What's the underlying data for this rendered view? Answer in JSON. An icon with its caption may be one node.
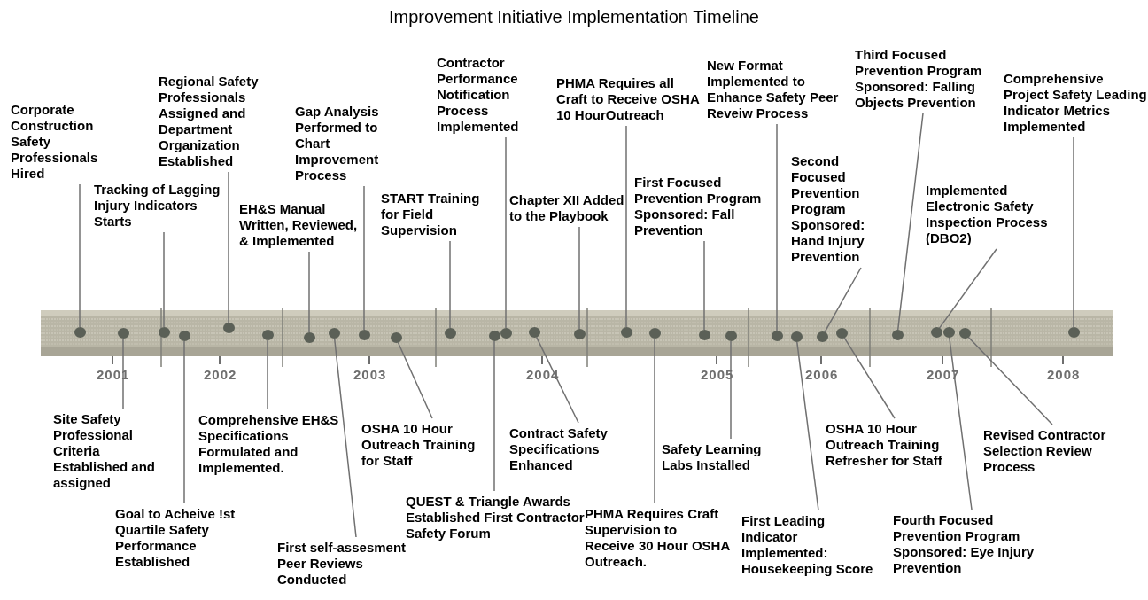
{
  "diagram": {
    "title": "Improvement Initiative Implementation Timeline",
    "nodes": [
      {
        "text": [
          "Corporate Construction Safety Professionals Hired"
        ]
      },
      {
        "text": [
          "Site Safety Professional Criteria Established and assigned"
        ]
      },
      {
        "text": [
          "Tracking of Lagging Injury Indicators Starts"
        ]
      },
      {
        "text": [
          "Goal to Acheive !st Quartile Safety Performance Established"
        ]
      },
      {
        "text": [
          "Regional Safety Professionals Assigned and Department Organization Established"
        ]
      },
      {
        "text": [
          "Comprehensive EH&S Specifications Formulated and Implemented."
        ]
      },
      {
        "text": [
          "EH&S Manual Written, Reviewed, & Implemented"
        ]
      },
      {
        "text": [
          "First self-assesment Peer Reviews Conducted"
        ]
      },
      {
        "text": [
          "Gap Analysis Performed to Chart Improvement Process"
        ]
      },
      {
        "text": [
          "OSHA 10 Hour Outreach Training for Staff"
        ]
      },
      {
        "text": [
          "START Training for Field Supervision"
        ]
      },
      {
        "text": [
          "QUEST & Triangle Awards Established First Contractor Safety Forum"
        ]
      },
      {
        "text": [
          "Contractor Performance Notification Process Implemented"
        ]
      },
      {
        "text": [
          "Contract Safety Specifications Enhanced"
        ]
      },
      {
        "text": [
          "Chapter XII Added to the Playbook"
        ]
      },
      {
        "text": [
          "PHMA Requires all Craft to Receive OSHA 10 HourOutreach"
        ]
      },
      {
        "text": [
          "PHMA Requires Craft Supervision to Receive 30 Hour OSHA Outreach."
        ]
      },
      {
        "text": [
          "First Focused Prevention Program Sponsored: Fall Prevention"
        ]
      },
      {
        "text": [
          "Safety Learning Labs Installed"
        ]
      },
      {
        "text": [
          "New Format Implemented to Enhance Safety Peer Reveiw Process"
        ]
      },
      {
        "text": [
          "First Leading Indicator Implemented: Housekeeping Score"
        ]
      },
      {
        "text": [
          "Second Focused Prevention Program Sponsored: Hand Injury Prevention"
        ]
      },
      {
        "text": [
          "OSHA 10 Hour Outreach Training Refresher for Staff"
        ]
      },
      {
        "text": [
          "Third Focused Prevention Program Sponsored: Falling Objects Prevention"
        ]
      },
      {
        "text": [
          "Implemented Electronic Safety Inspection Process (DBO2)"
        ]
      },
      {
        "text": [
          "Fourth Focused Prevention Program Sponsored: Eye Injury Prevention"
        ]
      },
      {
        "text": [
          "Revised Contractor Selection Review Process"
        ]
      },
      {
        "text": [
          "Comprehensive Project Safety Leading Indicator Metrics Implemented"
        ]
      },
      {
        "text": [],
        "shape": "circle"
      },
      {
        "text": [],
        "shape": "circle"
      },
      {
        "text": [],
        "shape": "circle"
      },
      {
        "text": [],
        "shape": "circle"
      },
      {
        "text": [],
        "shape": "circle"
      },
      {
        "text": [],
        "shape": "circle"
      },
      {
        "text": [],
        "shape": "circle"
      },
      {
        "text": [],
        "shape": "circle"
      },
      {
        "text": [],
        "shape": "circle"
      },
      {
        "text": [],
        "shape": "circle"
      },
      {
        "text": [],
        "shape": "circle"
      },
      {
        "text": [],
        "shape": "circle"
      },
      {
        "text": [],
        "shape": "circle"
      },
      {
        "text": [],
        "shape": "circle"
      },
      {
        "text": [],
        "shape": "circle"
      },
      {
        "text": [],
        "shape": "circle"
      },
      {
        "text": [],
        "shape": "circle"
      },
      {
        "text": [],
        "shape": "circle"
      },
      {
        "text": [],
        "shape": "circle"
      },
      {
        "text": [],
        "shape": "circle"
      },
      {
        "text": [],
        "shape": "circle"
      },
      {
        "text": [],
        "shape": "circle"
      },
      {
        "text": [],
        "shape": "circle"
      },
      {
        "text": [],
        "shape": "circle"
      },
      {
        "text": [],
        "shape": "circle"
      },
      {
        "text": [],
        "shape": "circle"
      },
      {
        "text": [],
        "shape": "circle"
      },
      {
        "text": [],
        "shape": "circle"
      }
    ],
    "edges": [
      {
        "from": 0,
        "to": 28,
        "arrow": "none"
      },
      {
        "from": 1,
        "to": 29,
        "arrow": "none"
      },
      {
        "from": 2,
        "to": 30,
        "arrow": "none"
      },
      {
        "from": 3,
        "to": 31,
        "arrow": "none"
      },
      {
        "from": 4,
        "to": 32,
        "arrow": "none"
      },
      {
        "from": 5,
        "to": 33,
        "arrow": "none"
      },
      {
        "from": 6,
        "to": 34,
        "arrow": "none"
      },
      {
        "from": 7,
        "to": 35,
        "arrow": "none"
      },
      {
        "from": 8,
        "to": 36,
        "arrow": "none"
      },
      {
        "from": 9,
        "to": 37,
        "arrow": "none"
      },
      {
        "from": 10,
        "to": 38,
        "arrow": "none"
      },
      {
        "from": 11,
        "to": 39,
        "arrow": "none"
      },
      {
        "from": 12,
        "to": 40,
        "arrow": "none"
      },
      {
        "from": 13,
        "to": 41,
        "arrow": "none"
      },
      {
        "from": 14,
        "to": 42,
        "arrow": "none"
      },
      {
        "from": 15,
        "to": 43,
        "arrow": "none"
      },
      {
        "from": 16,
        "to": 44,
        "arrow": "none"
      },
      {
        "from": 17,
        "to": 45,
        "arrow": "none"
      },
      {
        "from": 18,
        "to": 46,
        "arrow": "none"
      },
      {
        "from": 19,
        "to": 47,
        "arrow": "none"
      },
      {
        "from": 20,
        "to": 48,
        "arrow": "none"
      },
      {
        "from": 21,
        "to": 49,
        "arrow": "none"
      },
      {
        "from": 22,
        "to": 50,
        "arrow": "none"
      },
      {
        "from": 23,
        "to": 51,
        "arrow": "none"
      },
      {
        "from": 24,
        "to": 52,
        "arrow": "none"
      },
      {
        "from": 25,
        "to": 53,
        "arrow": "none"
      },
      {
        "from": 26,
        "to": 54,
        "arrow": "none"
      },
      {
        "from": 27,
        "to": 55,
        "arrow": "none"
      }
    ],
    "labels": [
      "2001",
      "2002",
      "2003",
      "2004",
      "2005",
      "2006",
      "2007",
      "2008"
    ]
  }
}
